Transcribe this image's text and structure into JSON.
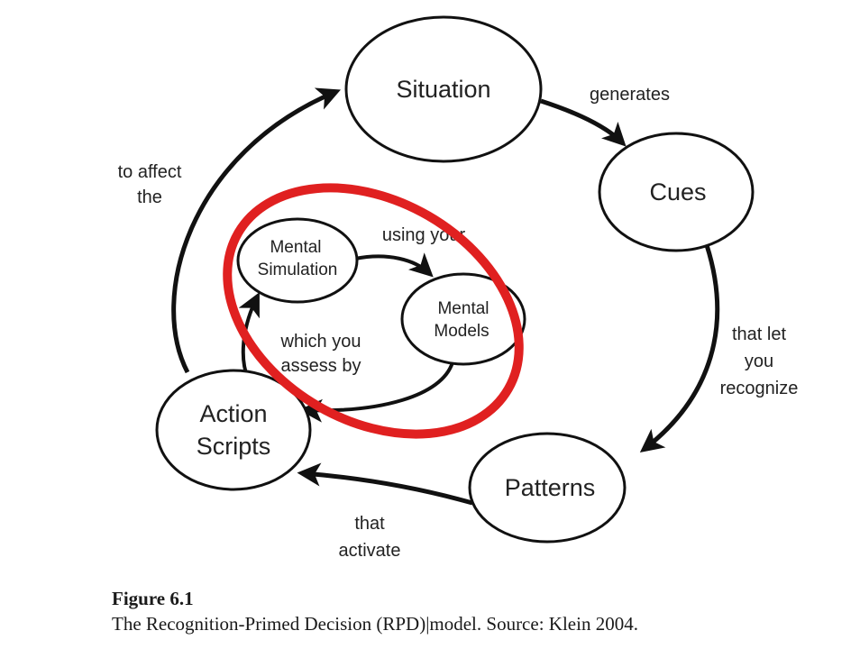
{
  "nodes": {
    "situation": "Situation",
    "cues": "Cues",
    "patterns": "Patterns",
    "action_scripts": [
      "Action",
      "Scripts"
    ],
    "mental_simulation": [
      "Mental",
      "Simulation"
    ],
    "mental_models": [
      "Mental",
      "Models"
    ]
  },
  "edges": {
    "generates": "generates",
    "that_let_you_recognize": [
      "that let",
      "you",
      "recognize"
    ],
    "that_activate": [
      "that",
      "activate"
    ],
    "to_affect_the": [
      "to affect",
      "the"
    ],
    "using_your": "using your",
    "which_you_assess_by": [
      "which you",
      "assess by"
    ]
  },
  "highlight": {
    "color": "#e02020"
  },
  "caption": {
    "title": "Figure 6.1",
    "text": "The Recognition-Primed Decision (RPD)|model. Source: Klein 2004."
  }
}
